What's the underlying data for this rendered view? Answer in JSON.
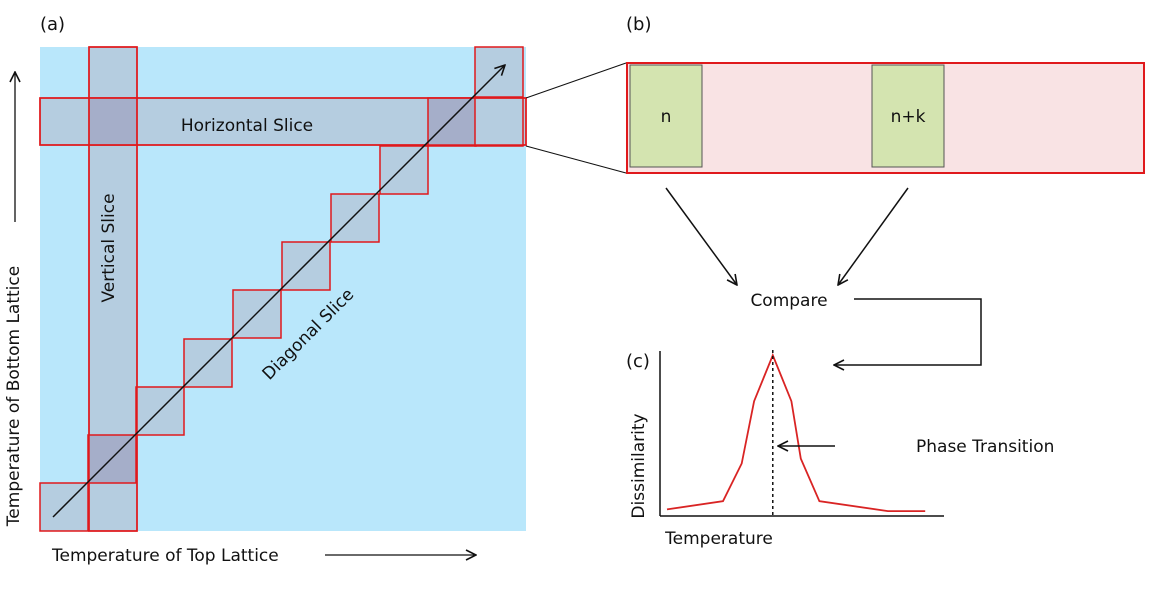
{
  "panels": {
    "a": {
      "label": "(a)",
      "horizontal_slice": "Horizontal Slice",
      "vertical_slice": "Vertical Slice",
      "diagonal_slice": "Diagonal Slice",
      "x_axis_label": "Temperature of Top Lattice",
      "y_axis_label": "Temperature of Bottom Lattice"
    },
    "b": {
      "label": "(b)",
      "window_n": "n",
      "window_nk": "n+k"
    },
    "compare": "Compare",
    "c": {
      "label": "(c)",
      "ylabel": "Dissimilarity",
      "xlabel": "Temperature",
      "annotation": "Phase Transition"
    }
  },
  "colors": {
    "background_field": "#b9e7fb",
    "slice_fill": "#b5cde0",
    "overlap_fill": "#a5aec9",
    "outline": "#e0191c",
    "strip_fill": "#f9e3e4",
    "window_fill": "#d4e4b0",
    "curve": "#d92424"
  },
  "chart_data": {
    "type": "line",
    "title": "",
    "xlabel": "Temperature",
    "ylabel": "Dissimilarity",
    "x": [
      0,
      1.8,
      2.4,
      2.8,
      3.4,
      4.0,
      4.3,
      4.9,
      7.1,
      8.3
    ],
    "y": [
      0.04,
      0.09,
      0.32,
      0.7,
      0.98,
      0.7,
      0.35,
      0.09,
      0.03,
      0.03
    ],
    "peak_x": 3.4,
    "xlim": [
      0,
      9
    ],
    "ylim": [
      0,
      1
    ],
    "annotations": [
      "Phase Transition"
    ]
  }
}
